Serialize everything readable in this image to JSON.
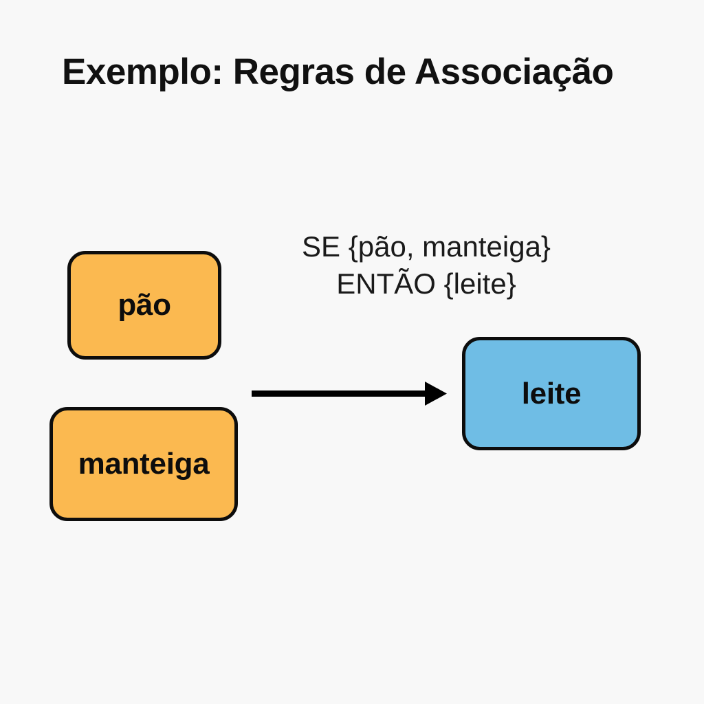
{
  "diagram": {
    "title": "Exemplo: Regras de Associação",
    "background_color": "#f8f8f8",
    "rule": {
      "line1": "SE {pão, manteiga}",
      "line2": "ENTÃO {leite}"
    },
    "nodes": [
      {
        "id": "pao",
        "label": "pão",
        "fill_color": "#fbb950",
        "border_color": "#0d0d0d",
        "role": "antecedent"
      },
      {
        "id": "manteiga",
        "label": "manteiga",
        "fill_color": "#fbb950",
        "border_color": "#0d0d0d",
        "role": "antecedent"
      },
      {
        "id": "leite",
        "label": "leite",
        "fill_color": "#6fbde5",
        "border_color": "#0d0d0d",
        "role": "consequent"
      }
    ],
    "connector": {
      "name": "implication-arrow",
      "from": "antecedents",
      "to": "leite",
      "color": "#000000",
      "direction": "right"
    }
  }
}
